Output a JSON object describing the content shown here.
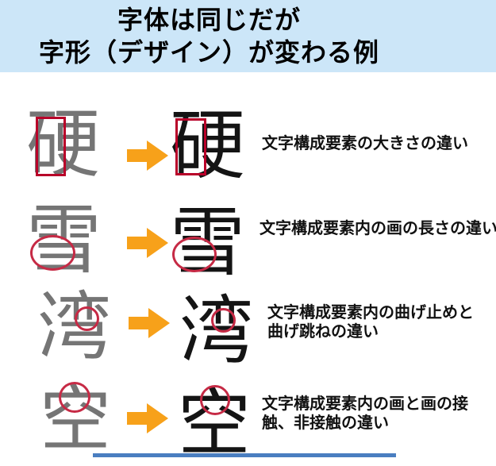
{
  "title": {
    "line1": "字体は同じだが",
    "line2": "字形（デザイン）が変わる例"
  },
  "rows": [
    {
      "kanji": "硬",
      "annotation": "rect",
      "lines": [
        "文字構成要素の大きさの違い"
      ]
    },
    {
      "kanji": "雪",
      "annotation": "circle",
      "lines": [
        "文字構成要素内の画の長さの違い"
      ]
    },
    {
      "kanji": "湾",
      "annotation": "circle",
      "lines": [
        "文字構成要素内の曲げ止めと",
        "曲げ跳ねの違い"
      ]
    },
    {
      "kanji": "空",
      "annotation": "circle",
      "lines": [
        "文字構成要素内の画と画の接",
        "触、非接触の違い"
      ]
    }
  ],
  "colors": {
    "title_bg": "#cce6f8",
    "annotation_rect_red": "#b80029",
    "annotation_circle_red": "#c62a45",
    "arrow_orange": "#f7a11a",
    "gray_glyph": "#757575",
    "black_glyph": "#141414",
    "bottom_bar_blue": "#4a7ec0"
  },
  "icons": {
    "arrow": "right-block-arrow"
  }
}
